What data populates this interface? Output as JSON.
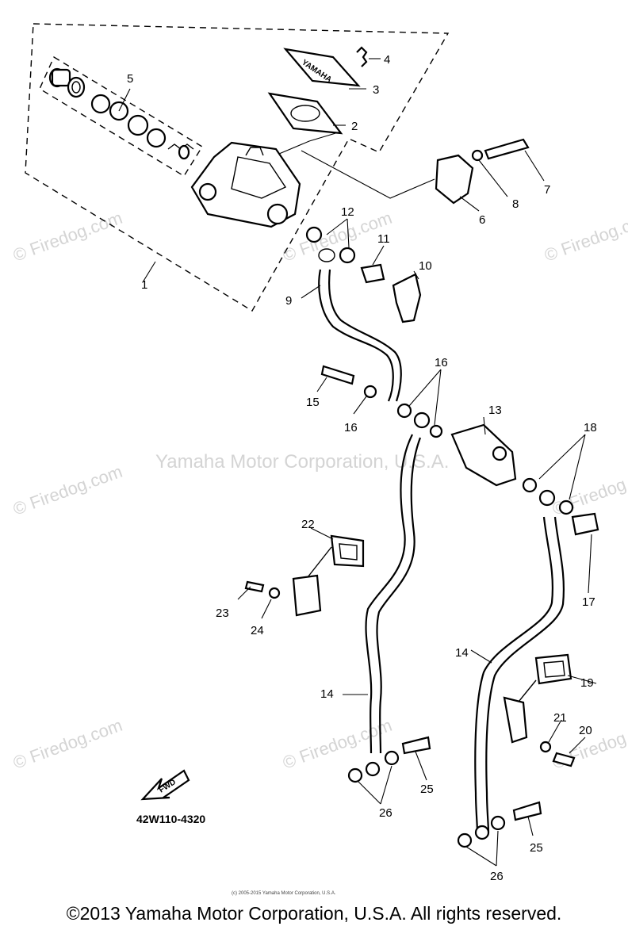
{
  "watermarks": {
    "firedog": "© Firedog.com",
    "yamaha": "Yamaha Motor Corporation, U.S.A."
  },
  "cover_brand": "YAMAHA",
  "fwd_label": "FWD",
  "part_labels": [
    "1",
    "2",
    "3",
    "4",
    "5",
    "6",
    "7",
    "8",
    "9",
    "10",
    "11",
    "12",
    "13",
    "14",
    "14",
    "15",
    "16",
    "16",
    "17",
    "18",
    "19",
    "20",
    "21",
    "22",
    "23",
    "24",
    "25",
    "25",
    "26",
    "26"
  ],
  "diagram_code": "42W110-4320",
  "small_notice": "(c) 2005-2015 Yamaha Motor Corporation, U.S.A.",
  "copyright": "©2013 Yamaha Motor Corporation, U.S.A. All rights reserved."
}
